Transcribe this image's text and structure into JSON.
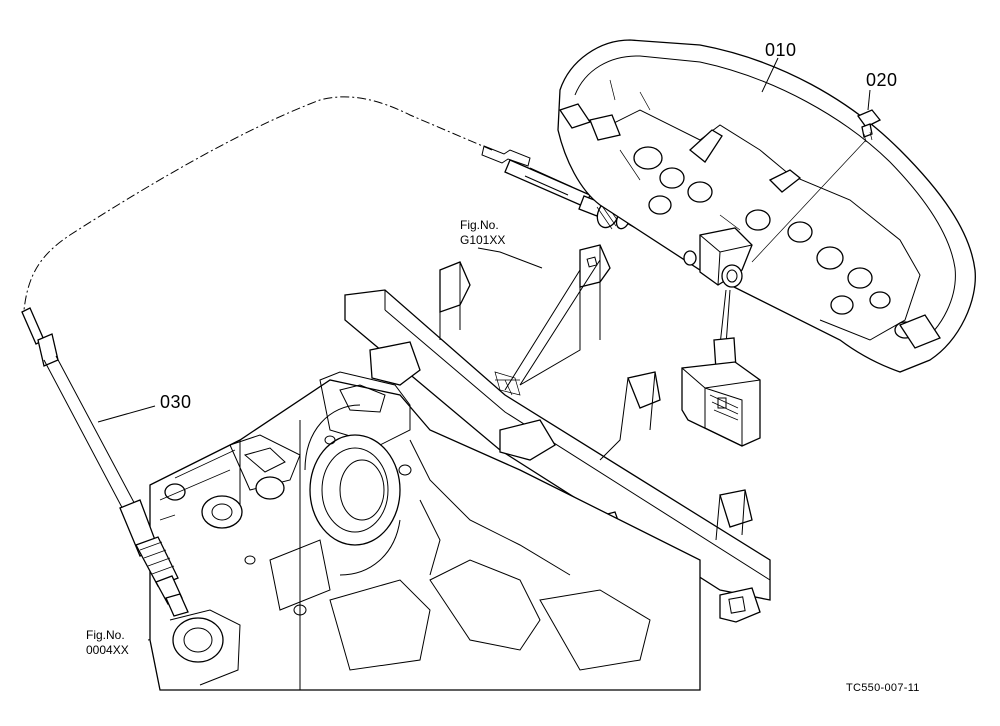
{
  "callouts": {
    "p010": "010",
    "p020": "020",
    "p030": "030"
  },
  "figrefs": {
    "g101_label": "Fig.No.",
    "g101_code": "G101XX",
    "f0004_label": "Fig.No.",
    "f0004_code": "0004XX"
  },
  "drawing_code": "TC550-007-11"
}
